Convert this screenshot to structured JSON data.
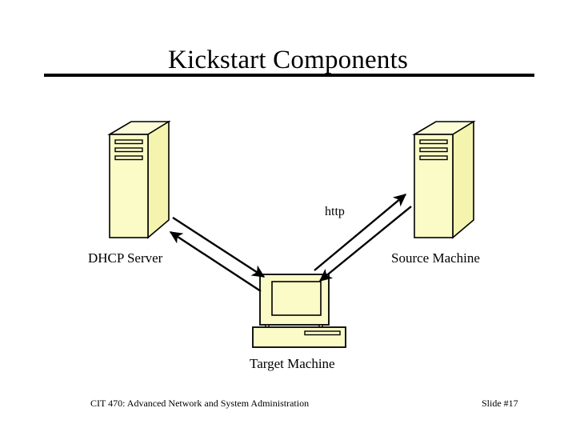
{
  "slide": {
    "title": "Kickstart Components",
    "number_label": "Slide #17",
    "course_label": "CIT 470: Advanced Network and System Administration"
  },
  "diagram": {
    "nodes": [
      {
        "id": "dhcp-server",
        "label": "DHCP Server",
        "shape": "server-tower"
      },
      {
        "id": "source-machine",
        "label": "Source Machine",
        "shape": "server-tower"
      },
      {
        "id": "target-machine",
        "label": "Target Machine",
        "shape": "desktop-computer"
      }
    ],
    "edge_labels": [
      {
        "id": "http",
        "label": "http"
      }
    ]
  },
  "colors": {
    "page_background": "#ffffff",
    "ink": "#000000",
    "tower_front": "#fbfbc8",
    "tower_side": "#f4f4af",
    "tower_top": "#fcfcd8",
    "monitor_fill": "#fbfbc8",
    "screen_fill": "#fbfbc8",
    "base_fill": "#fbfbc8"
  }
}
